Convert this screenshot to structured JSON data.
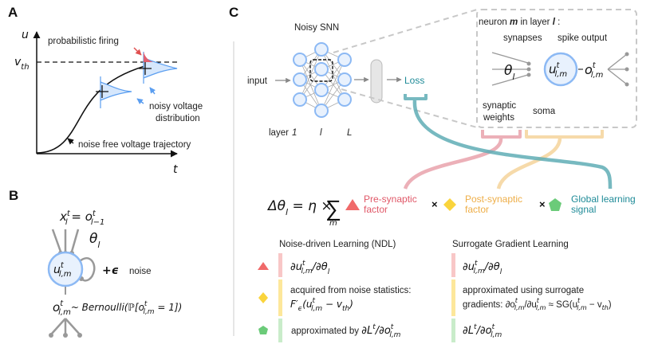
{
  "colors": {
    "neuron_fill": "#e8f1fd",
    "neuron_stroke": "#8cb9f4",
    "pre": "#e9a2ab",
    "post": "#f5d39b",
    "global": "#5fadb5",
    "pre_text": "#e05868",
    "post_text": "#eeae48",
    "global_text": "#1f8b98",
    "triangle": "#f06a6a",
    "diamond": "#fad43c",
    "pentagon": "#6bcb79"
  },
  "icons": {
    "pre": "triangle-icon",
    "post": "diamond-icon",
    "global": "pentagon-icon"
  },
  "panelA": {
    "label": "A",
    "y_axis": "u",
    "x_axis": "t",
    "threshold": "v",
    "threshold_sub": "th",
    "firing": "probabilistic firing",
    "noisy1": "noisy voltage",
    "noisy2": "distribution",
    "trajectory": "noise free voltage trajectory"
  },
  "panelB": {
    "label": "B",
    "input_x": "x",
    "input_sup": "t",
    "input_sub": "l",
    "eq": " = o",
    "eq_sup": "t",
    "eq_sub": "l−1",
    "theta": "θ",
    "theta_sub": "l",
    "u": "u",
    "u_sup": "t",
    "u_sub": "l,m",
    "noise_sym": "+ϵ",
    "noise": "noise",
    "o": "o",
    "o_sup": "t",
    "o_sub": "l,m",
    "bern": "~ Bernoulli(ℙ[o",
    "bern_sup": "t",
    "bern_sub": "l,m",
    "bern_end": " = 1])"
  },
  "panelC": {
    "label": "C",
    "network_title": "Noisy SNN",
    "input": "input",
    "loss": "Loss",
    "layer_label": "layer",
    "layer_1": "1",
    "layer_l": "l",
    "layer_L": "L",
    "zoom_title_a": "neuron ",
    "zoom_title_m": "m",
    "zoom_title_b": " in layer ",
    "zoom_title_l": "l",
    "zoom_title_c": " :",
    "synapses": "synapses",
    "spike_output": "spike output",
    "synaptic1": "synaptic",
    "synaptic2": "weights",
    "soma": "soma",
    "theta": "θ",
    "theta_sub": "l",
    "u": "u",
    "u_sup": "t",
    "u_sub": "l,m",
    "o": "o",
    "o_sup": "t",
    "o_sub": "l,m"
  },
  "equation": {
    "lhs": "Δθ",
    "lhs_sub": "l",
    "rest": " = η × ",
    "sum": "∑",
    "sum_sub": "m",
    "pre1": "Pre-synaptic",
    "pre2": "factor",
    "times": "×",
    "post1": "Post-synaptic",
    "post2": "factor",
    "glob1": "Global learning",
    "glob2": "signal"
  },
  "table": {
    "ndl_header": "Noise-driven Learning (NDL)",
    "sg_header": "Surrogate Gradient Learning",
    "ndl_pre": "∂u",
    "ndl_pre_sup": "t",
    "ndl_pre_sub": "l,m",
    "ndl_pre_b": "/∂θ",
    "ndl_pre_sub2": "l",
    "ndl_post1": "acquired from noise statistics:",
    "ndl_post2": "F′",
    "ndl_post2_sub": "ϵ",
    "ndl_post2_b": "(u",
    "ndl_post2_sup": "t",
    "ndl_post2_sub2": "l,m",
    "ndl_post2_c": " − v",
    "ndl_post2_sub3": "th",
    "ndl_post2_d": ")",
    "ndl_glob_a": "approximated by ",
    "ndl_glob": "∂L",
    "ndl_glob_sup": "t",
    "ndl_glob_b": "/∂o",
    "ndl_glob_sup2": "t",
    "ndl_glob_sub": "l,m",
    "sg_pre": "∂u",
    "sg_pre_sup": "t",
    "sg_pre_sub": "l,m",
    "sg_pre_b": "/∂θ",
    "sg_pre_sub2": "l",
    "sg_post1": "approximated using surrogate",
    "sg_post2": "gradients: ∂o",
    "sg_post2_sup": "t",
    "sg_post2_sub": "l,m",
    "sg_post2_b": "/∂u",
    "sg_post2_sup2": "t",
    "sg_post2_sub2": "l,m",
    "sg_post2_c": " ≈ SG(u",
    "sg_post2_sup3": "t",
    "sg_post2_sub3": "l,m",
    "sg_post2_d": " − v",
    "sg_post2_sub4": "th",
    "sg_post2_e": ")",
    "sg_glob": "∂L",
    "sg_glob_sup": "t",
    "sg_glob_b": "/∂o",
    "sg_glob_sup2": "t",
    "sg_glob_sub": "l,m"
  }
}
